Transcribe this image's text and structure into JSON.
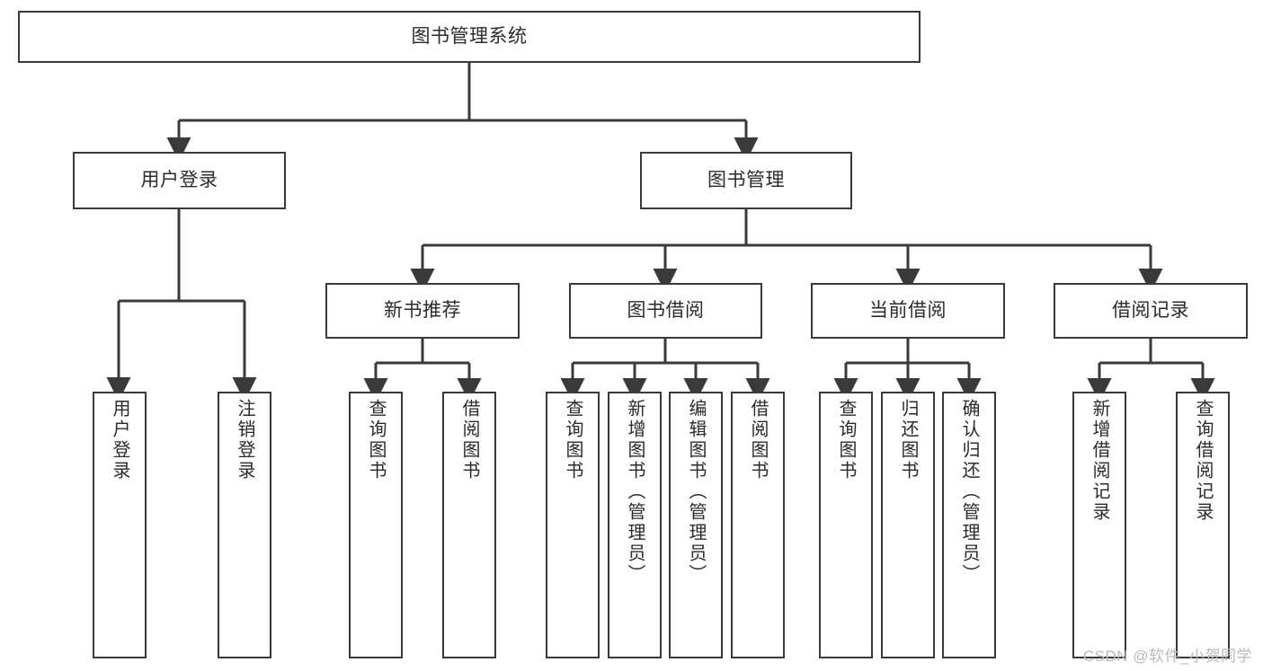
{
  "diagram": {
    "type": "tree",
    "title": "图书管理系统",
    "stroke_color": "#3a3a3a",
    "text_color": "#2b2b2b",
    "background": "#ffffff",
    "nodes": {
      "root": {
        "label": "图书管理系统"
      },
      "level2": [
        {
          "id": "user-login",
          "label": "用户登录"
        },
        {
          "id": "book-manage",
          "label": "图书管理"
        }
      ],
      "level3": [
        {
          "id": "new-book-recommend",
          "label": "新书推荐"
        },
        {
          "id": "book-borrow",
          "label": "图书借阅"
        },
        {
          "id": "current-borrow",
          "label": "当前借阅"
        },
        {
          "id": "borrow-record",
          "label": "借阅记录"
        }
      ],
      "leaves": {
        "user_login": [
          {
            "id": "leaf-user-login",
            "label": "用户登录"
          },
          {
            "id": "leaf-logout-login",
            "label": "注销登录"
          }
        ],
        "new_book_recommend": [
          {
            "id": "leaf-query-book-1",
            "label": "查询图书"
          },
          {
            "id": "leaf-borrow-book-1",
            "label": "借阅图书"
          }
        ],
        "book_borrow": [
          {
            "id": "leaf-query-book-2",
            "label": "查询图书"
          },
          {
            "id": "leaf-add-book",
            "label": "新增图书（管理员）"
          },
          {
            "id": "leaf-edit-book",
            "label": "编辑图书（管理员）"
          },
          {
            "id": "leaf-borrow-book-2",
            "label": "借阅图书"
          }
        ],
        "current_borrow": [
          {
            "id": "leaf-query-book-3",
            "label": "查询图书"
          },
          {
            "id": "leaf-return-book",
            "label": "归还图书"
          },
          {
            "id": "leaf-confirm-return",
            "label": "确认归还（管理员）"
          }
        ],
        "borrow_record": [
          {
            "id": "leaf-add-record",
            "label": "新增借阅记录"
          },
          {
            "id": "leaf-query-record",
            "label": "查询借阅记录"
          }
        ]
      }
    }
  },
  "watermark": {
    "text": "CSDN @软件_小贺同学"
  }
}
